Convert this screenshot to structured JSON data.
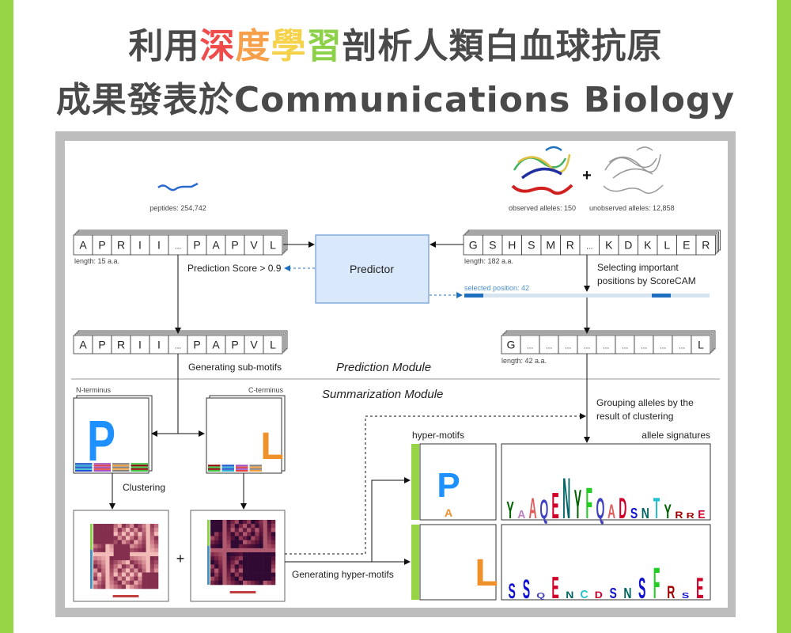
{
  "title": {
    "line1": [
      {
        "text": "利用",
        "color": "#4a4a4a"
      },
      {
        "text": "深",
        "color": "#f04b4b"
      },
      {
        "text": "度",
        "color": "#f7a04b"
      },
      {
        "text": "學",
        "color": "#f5d24a"
      },
      {
        "text": "習",
        "color": "#8cd148"
      },
      {
        "text": "剖析人類白血球抗原",
        "color": "#4a4a4a"
      }
    ],
    "line2": "成果發表於Communications  Biology"
  },
  "accent_color": "#96d446",
  "diagram": {
    "peptides_label": "peptides: 254,742",
    "peptide_sequence": [
      "A",
      "P",
      "R",
      "I",
      "I",
      "...",
      "P",
      "A",
      "P",
      "V",
      "L"
    ],
    "peptide_length": "length: 15 a.a.",
    "prediction_score": "Prediction Score > 0.9",
    "predictor": "Predictor",
    "plus": "+",
    "observed_alleles": "observed alleles: 150",
    "unobserved_alleles": "unobserved alleles: 12,858",
    "allele_sequence": [
      "G",
      "S",
      "H",
      "S",
      "M",
      "R",
      "...",
      "K",
      "D",
      "K",
      "L",
      "E",
      "R"
    ],
    "allele_length": "length: 182 a.a.",
    "selecting_line1": "Selecting important",
    "selecting_line2": "positions by ScoreCAM",
    "selected_position": "selected position: 42",
    "selected_sequence": [
      "G",
      "...",
      "...",
      "...",
      "...",
      "...",
      "...",
      "...",
      "...",
      "...",
      "L"
    ],
    "selected_length": "length: 42 a.a.",
    "generating_submotifs": "Generating sub-motifs",
    "prediction_module": "Prediction Module",
    "summarization_module": "Summarization Module",
    "n_terminus": "N-terminus",
    "c_terminus": "C-terminus",
    "n_logo_letter": "P",
    "c_logo_letter": "L",
    "clustering": "Clustering",
    "generating_hypermotifs": "Generating hyper-motifs",
    "grouping_line1": "Grouping alleles by the",
    "grouping_line2": "result of clustering",
    "hyper_motifs": "hyper-motifs",
    "allele_signatures": "allele signatures",
    "hyper_logo_1": [
      "P",
      "A"
    ],
    "hyper_logo_2": [
      "L"
    ],
    "signature_1": [
      {
        "l": "Y",
        "h": 0.25,
        "c": "#006400"
      },
      {
        "l": "A",
        "h": 0.12,
        "c": "#c080c0"
      },
      {
        "l": "A",
        "h": 0.3,
        "c": "#e06060"
      },
      {
        "l": "Q",
        "h": 0.28,
        "c": "#4040c0"
      },
      {
        "l": "E",
        "h": 0.38,
        "c": "#d0002a"
      },
      {
        "l": "N",
        "h": 0.6,
        "c": "#006464"
      },
      {
        "l": "Y",
        "h": 0.42,
        "c": "#006400"
      },
      {
        "l": "F",
        "h": 0.45,
        "c": "#22cc22"
      },
      {
        "l": "Q",
        "h": 0.3,
        "c": "#4040c0"
      },
      {
        "l": "A",
        "h": 0.2,
        "c": "#e06060"
      },
      {
        "l": "D",
        "h": 0.3,
        "c": "#d0002a"
      },
      {
        "l": "S",
        "h": 0.15,
        "c": "#1010d0"
      },
      {
        "l": "N",
        "h": 0.15,
        "c": "#006464"
      },
      {
        "l": "T",
        "h": 0.3,
        "c": "#22c0d0"
      },
      {
        "l": "Y",
        "h": 0.2,
        "c": "#006400"
      },
      {
        "l": "R",
        "h": 0.1,
        "c": "#a00000"
      },
      {
        "l": "R",
        "h": 0.08,
        "c": "#a00000"
      },
      {
        "l": "E",
        "h": 0.12,
        "c": "#d0002a"
      }
    ],
    "signature_2": [
      {
        "l": "S",
        "h": 0.22,
        "c": "#1010d0"
      },
      {
        "l": "S",
        "h": 0.28,
        "c": "#1010d0"
      },
      {
        "l": "Q",
        "h": 0.08,
        "c": "#4040c0"
      },
      {
        "l": "E",
        "h": 0.32,
        "c": "#d0002a"
      },
      {
        "l": "N",
        "h": 0.1,
        "c": "#006464"
      },
      {
        "l": "C",
        "h": 0.12,
        "c": "#22c0d0"
      },
      {
        "l": "D",
        "h": 0.1,
        "c": "#d0002a"
      },
      {
        "l": "S",
        "h": 0.15,
        "c": "#1010d0"
      },
      {
        "l": "N",
        "h": 0.15,
        "c": "#006464"
      },
      {
        "l": "S",
        "h": 0.3,
        "c": "#1010d0"
      },
      {
        "l": "F",
        "h": 0.45,
        "c": "#22cc22"
      },
      {
        "l": "R",
        "h": 0.18,
        "c": "#a00000"
      },
      {
        "l": "S",
        "h": 0.08,
        "c": "#1010d0"
      },
      {
        "l": "E",
        "h": 0.3,
        "c": "#d0002a"
      }
    ]
  }
}
